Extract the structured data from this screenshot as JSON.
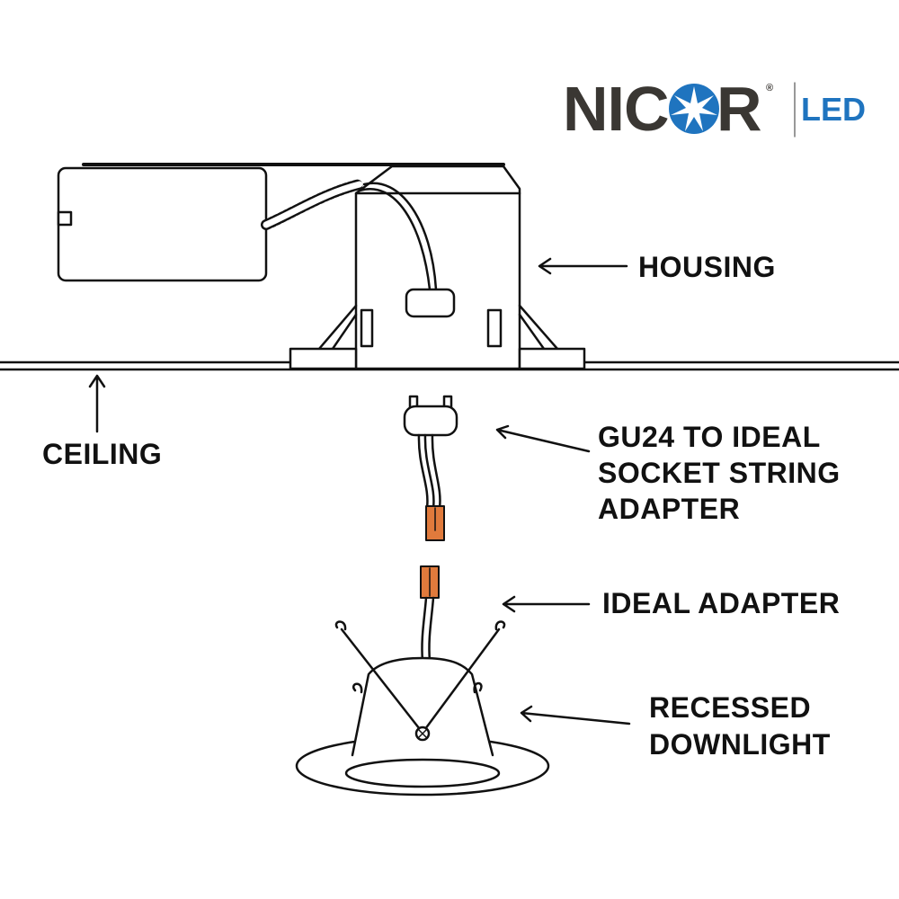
{
  "logo": {
    "brand": "NICOR",
    "suffix": "LED",
    "registered_mark": "®"
  },
  "labels": {
    "housing": "HOUSING",
    "ceiling": "CEILING",
    "gu24_adapter": [
      "GU24 TO IDEAL",
      "SOCKET STRING",
      "ADAPTER"
    ],
    "ideal_adapter": "IDEAL ADAPTER",
    "downlight": [
      "RECESSED",
      "DOWNLIGHT"
    ]
  },
  "colors": {
    "brand_dark": "#3a3733",
    "brand_blue": "#1f74bf",
    "connector_orange": "#e07a3c"
  }
}
